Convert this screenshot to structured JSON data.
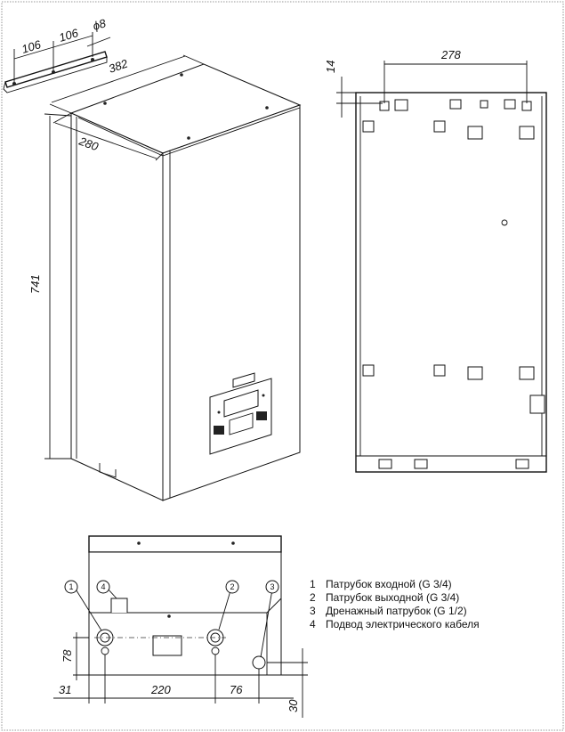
{
  "dimensions": {
    "bracket_spacing_1": "106",
    "bracket_spacing_2": "106",
    "bracket_hole": "ϕ8",
    "depth_top": "382",
    "width_top": "280",
    "height": "741",
    "back_top_offset": "14",
    "back_mount_span": "278",
    "bottom_pipe_height": "78",
    "bottom_left_offset": "31",
    "bottom_pipe_span": "220",
    "bottom_drain_offset": "76",
    "bottom_drain_height": "30"
  },
  "callouts": [
    "1",
    "4",
    "2",
    "3"
  ],
  "legend": [
    {
      "num": "1",
      "text": "Патрубок входной (G 3/4)"
    },
    {
      "num": "2",
      "text": "Патрубок выходной (G 3/4)"
    },
    {
      "num": "3",
      "text": "Дренажный патрубок (G 1/2)"
    },
    {
      "num": "4",
      "text": "Подвод электрического кабеля"
    }
  ]
}
